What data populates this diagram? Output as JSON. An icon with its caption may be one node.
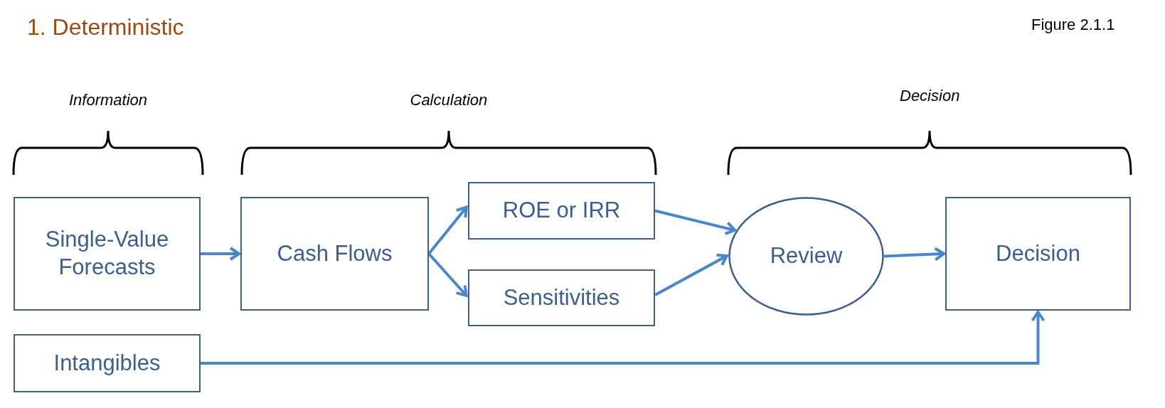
{
  "diagram": {
    "title": "1. Deterministic",
    "nodes": [
      {
        "text": [
          "Single-Value Forecasts"
        ]
      },
      {
        "text": [
          "Cash Flows"
        ]
      },
      {
        "text": [
          "ROE or IRR"
        ]
      },
      {
        "text": [
          "Sensitivities"
        ]
      },
      {
        "text": [
          "Review"
        ]
      },
      {
        "text": [
          "Decision"
        ]
      },
      {
        "text": [
          "Intangibles"
        ]
      }
    ],
    "edges": [
      {
        "from": 0,
        "to": 1,
        "arrow": "to"
      },
      {
        "from": 1,
        "to": 2,
        "arrow": "to"
      },
      {
        "from": 1,
        "to": 3,
        "arrow": "to"
      },
      {
        "from": 2,
        "to": 4,
        "arrow": "to"
      },
      {
        "from": 3,
        "to": 4,
        "arrow": "to"
      },
      {
        "from": 4,
        "to": 5,
        "arrow": "to"
      },
      {
        "from": 6,
        "to": 5,
        "arrow": "to"
      }
    ],
    "labels": [
      "Figure 2.1.1",
      "Information",
      "Calculation",
      "Decision"
    ]
  }
}
